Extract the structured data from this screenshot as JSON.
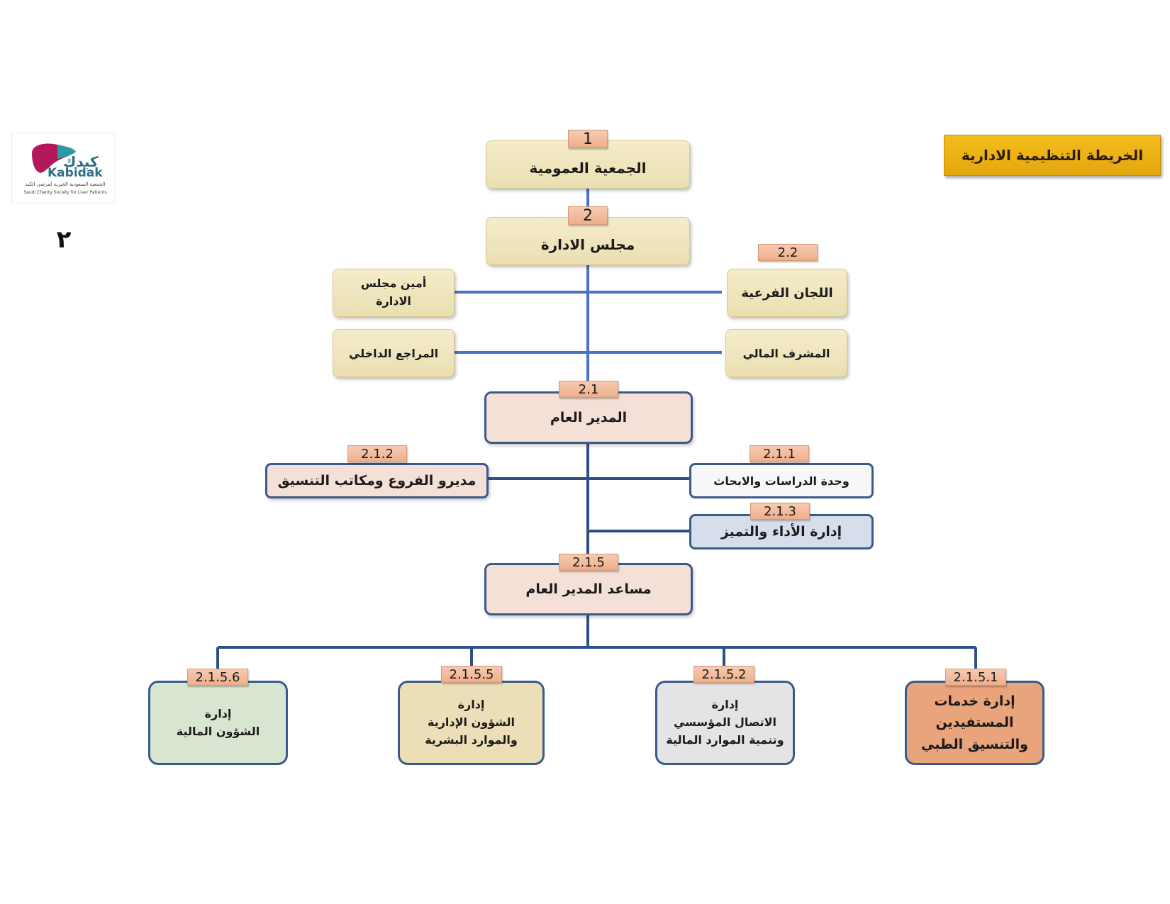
{
  "title": "الخريطة التنظيمية الادارية",
  "page_number": "٢",
  "logo": {
    "brand_ar": "كبدك",
    "brand_en": "Kabidak",
    "subtitle_ar": "الجمعية السعودية الخيرية لمرضى الكبد",
    "subtitle_en": "Saudi Charity Society for Liver Patients"
  },
  "units": {
    "general_assembly": {
      "code": "1",
      "label": "الجمعية العمومية"
    },
    "board": {
      "code": "2",
      "label": "مجلس الادارة"
    },
    "board_secretary": {
      "label": "أمين مجلس\nالادارة"
    },
    "subcommittees": {
      "code": "2.2",
      "label": "اللجان الفرعية"
    },
    "internal_auditor": {
      "label": "المراجع الداخلي"
    },
    "financial_supervisor": {
      "label": "المشرف المالي"
    },
    "general_manager": {
      "code": "2.1",
      "label": "المدير العام"
    },
    "branch_managers": {
      "code": "2.1.2",
      "label": "مديرو الفروع ومكاتب التنسيق"
    },
    "studies_unit": {
      "code": "2.1.1",
      "label": "وحدة الدراسات والابحاث"
    },
    "performance_dept": {
      "code": "2.1.3",
      "label": "إدارة الأداء والتميز"
    },
    "assistant_gm": {
      "code": "2.1.5",
      "label": "مساعد المدير العام"
    },
    "finance_dept": {
      "code": "2.1.5.6",
      "label": "إدارة\nالشؤون المالية"
    },
    "admin_hr_dept": {
      "code": "2.1.5.5",
      "label": "إدارة\nالشؤون الإدارية\nوالموارد البشرية"
    },
    "communication_dept": {
      "code": "2.1.5.2",
      "label": "إدارة\nالاتصال المؤسسي\nوتنمية الموارد المالية"
    },
    "beneficiary_services_dept": {
      "code": "2.1.5.1",
      "label": "إدارة خدمات\nالمستفيدين\nوالتنسيق الطبي"
    }
  }
}
